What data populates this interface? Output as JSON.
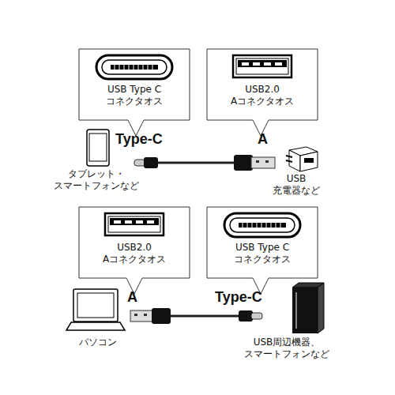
{
  "diagram": {
    "nodes": [
      {
        "text": [
          "USB Type C コネクタオス"
        ]
      },
      {
        "text": [
          "USB2.0 Aコネクタオス"
        ]
      },
      {
        "text": [
          "USB2.0 Aコネクタオス"
        ]
      },
      {
        "text": [
          "USB Type C コネクタオス"
        ]
      }
    ],
    "labels": [
      "Type-C",
      "A",
      "タブレット・ スマートフォンなど",
      "USB 充電器など",
      "A",
      "Type-C",
      "パソコン",
      "USB周辺機器、 スマートフォンなど"
    ]
  }
}
